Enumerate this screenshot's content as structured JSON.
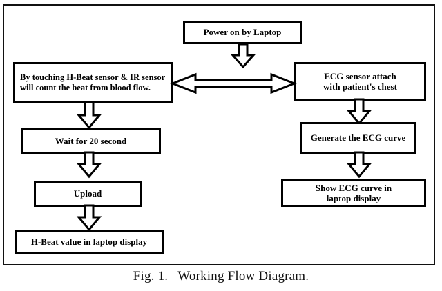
{
  "figure": {
    "caption_label": "Fig. 1.",
    "caption_text": "Working Flow Diagram.",
    "border_color": "#111111"
  },
  "diagram": {
    "type": "flowchart",
    "nodes": [
      {
        "id": "power-on",
        "label": "Power on by Laptop",
        "align": "center"
      },
      {
        "id": "hbeat-sensor",
        "label": "By touching H-Beat sensor & IR sensor will count the beat from blood flow.",
        "align": "left"
      },
      {
        "id": "ecg-attach",
        "label": "ECG sensor attach\nwith patient's chest",
        "align": "center"
      },
      {
        "id": "wait-20",
        "label": "Wait for 20 second",
        "align": "center"
      },
      {
        "id": "generate-curve",
        "label": "Generate the ECG curve",
        "align": "center"
      },
      {
        "id": "upload",
        "label": "Upload",
        "align": "center"
      },
      {
        "id": "show-curve",
        "label": "Show ECG curve in\nlaptop display",
        "align": "center"
      },
      {
        "id": "hbeat-display",
        "label": "H-Beat value in laptop display",
        "align": "center"
      }
    ],
    "edges": [
      {
        "id": "power-to-ecg",
        "from": "power-on",
        "to": "ecg-attach",
        "style": "block-arrow-down"
      },
      {
        "id": "hbeat-to-ecg",
        "from": "hbeat-sensor",
        "to": "ecg-attach",
        "style": "block-arrow-bidirectional"
      },
      {
        "id": "hbeat-to-wait",
        "from": "hbeat-sensor",
        "to": "wait-20",
        "style": "block-arrow-down"
      },
      {
        "id": "ecg-to-generate",
        "from": "ecg-attach",
        "to": "generate-curve",
        "style": "block-arrow-down"
      },
      {
        "id": "wait-to-upload",
        "from": "wait-20",
        "to": "upload",
        "style": "block-arrow-down"
      },
      {
        "id": "generate-to-show",
        "from": "generate-curve",
        "to": "show-curve",
        "style": "block-arrow-down"
      },
      {
        "id": "upload-to-display",
        "from": "upload",
        "to": "hbeat-display",
        "style": "block-arrow-down"
      }
    ]
  },
  "colors": {
    "stroke": "#000000",
    "fill": "#ffffff",
    "text": "#000000"
  }
}
